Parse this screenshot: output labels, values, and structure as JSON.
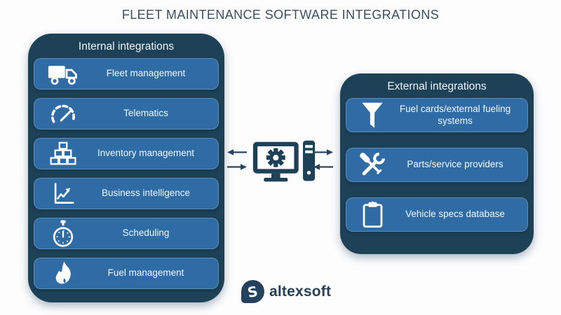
{
  "title": "FLEET MAINTENANCE SOFTWARE INTEGRATIONS",
  "panels": {
    "internal": {
      "header": "Internal integrations",
      "items": [
        {
          "label": "Fleet management",
          "icon": "truck-icon"
        },
        {
          "label": "Telematics",
          "icon": "gauge-icon"
        },
        {
          "label": "Inventory management",
          "icon": "stacked-boxes-icon"
        },
        {
          "label": "Business intelligence",
          "icon": "line-chart-icon"
        },
        {
          "label": "Scheduling",
          "icon": "stopwatch-icon"
        },
        {
          "label": "Fuel management",
          "icon": "flame-icon"
        }
      ]
    },
    "external": {
      "header": "External integrations",
      "items": [
        {
          "label": "Fuel cards/external fueling systems",
          "icon": "funnel-icon"
        },
        {
          "label": "Parts/service providers",
          "icon": "tools-icon"
        },
        {
          "label": "Vehicle specs database",
          "icon": "clipboard-icon"
        }
      ]
    }
  },
  "center": {
    "icon": "computer-gear-icon"
  },
  "logo": {
    "text": "altexsoft",
    "mark": "altexsoft-logo-icon"
  },
  "colors": {
    "background": "#FDFDFE",
    "panel_navy": "#1D4156",
    "button_blue": "#2F6CA5",
    "title_text": "#3D4E61",
    "button_text": "#F2F7FC",
    "icon_navy": "#24425E"
  }
}
